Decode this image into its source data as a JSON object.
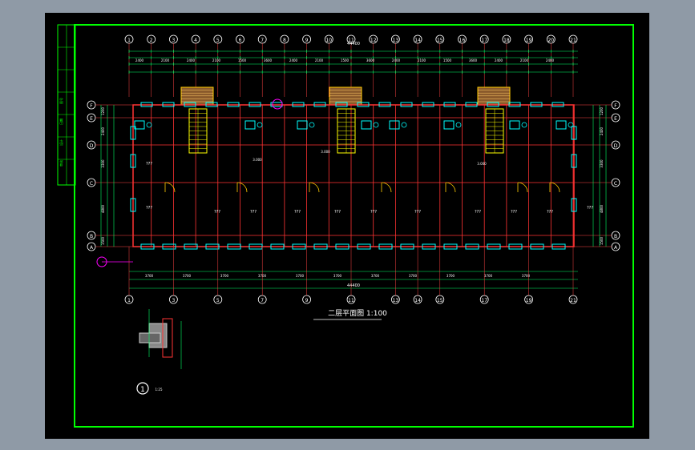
{
  "window": {
    "background": "#8f9aa6",
    "viewport_background": "#000000"
  },
  "drawing": {
    "title": "二层平面图",
    "scale": "1:100",
    "overall_dim": "44400",
    "detail_label": "1",
    "detail_scale": "1:25",
    "axis_rows": [
      "F",
      "E",
      "D",
      "C",
      "B",
      "A"
    ],
    "axis_cols_top": [
      "1",
      "2",
      "3",
      "4",
      "5",
      "6",
      "7",
      "8",
      "9",
      "10",
      "11",
      "12",
      "13",
      "14",
      "15",
      "16",
      "17",
      "18",
      "19",
      "20",
      "21"
    ],
    "axis_cols_bottom": [
      "1",
      "3",
      "5",
      "7",
      "9",
      "11",
      "13",
      "14",
      "15",
      "17",
      "19",
      "21"
    ],
    "bottom_dims": [
      "3700",
      "3700",
      "3700",
      "3700",
      "3700",
      "3700",
      "3700",
      "3700",
      "3700",
      "3700",
      "3700"
    ],
    "top_dims": [
      "2400",
      "2100",
      "2400",
      "2100",
      "1500",
      "3600",
      "2400",
      "2100",
      "1500",
      "3600",
      "2400",
      "2100",
      "1500",
      "3600",
      "2400",
      "2100",
      "2400"
    ],
    "left_dims": [
      "1200",
      "2400",
      "3300",
      "4800",
      "1500"
    ],
    "right_dims": [
      "1200",
      "2400",
      "3300",
      "4800",
      "1500"
    ],
    "room_text": "???",
    "room_labels": [
      "???",
      "???",
      "???",
      "???",
      "???",
      "???",
      "???",
      "???",
      "???",
      "???",
      "???",
      "???"
    ],
    "elevations": [
      "3.000",
      "3.000",
      "3.000"
    ],
    "colors": {
      "frame": "#00ff00",
      "axis": "#ffffff",
      "wall": "#ff3333",
      "dimension": "#00ff66",
      "text": "#ffffff",
      "window": "#00ffff",
      "stair": "#ffff00",
      "magenta": "#ff00ff",
      "door": "#ffcc00",
      "grid_line": "#ff4444"
    },
    "title_block_text": [
      "图号",
      "日期",
      "设计",
      "审核"
    ]
  }
}
